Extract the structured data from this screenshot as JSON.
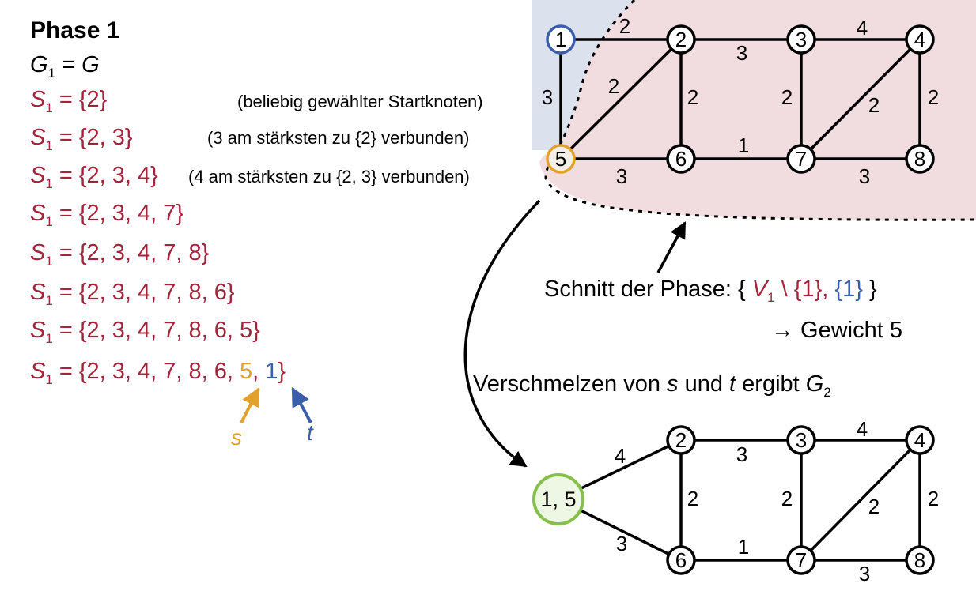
{
  "phase": {
    "title": "Phase 1",
    "g_line": {
      "lhs": "G",
      "sub": "1",
      "rhs": "= G"
    },
    "steps": [
      {
        "lhs": "S",
        "sub": "1",
        "set": "= {2}",
        "note": "(beliebig gewählter Startknoten)"
      },
      {
        "lhs": "S",
        "sub": "1",
        "set": "= {2, 3}",
        "note": "(3 am stärksten zu {2} verbunden)"
      },
      {
        "lhs": "S",
        "sub": "1",
        "set": "= {2, 3, 4}",
        "note": "(4 am stärksten zu {2, 3} verbunden)"
      },
      {
        "lhs": "S",
        "sub": "1",
        "set": "= {2, 3, 4, 7}",
        "note": ""
      },
      {
        "lhs": "S",
        "sub": "1",
        "set": "= {2, 3, 4, 7, 8}",
        "note": ""
      },
      {
        "lhs": "S",
        "sub": "1",
        "set": "= {2, 3, 4, 7, 8, 6}",
        "note": ""
      },
      {
        "lhs": "S",
        "sub": "1",
        "set": "= {2, 3, 4, 7, 8, 6, 5}",
        "note": ""
      }
    ],
    "final_step": {
      "lhs": "S",
      "sub": "1",
      "prefix": "= {2, 3, 4, 7, 8, 6,",
      "s_value": "5",
      "comma": ",",
      "t_value": "1",
      "suffix": "}"
    },
    "s_label": "s",
    "t_label": "t"
  },
  "cut": {
    "prefix": "Schnitt der Phase:",
    "open": "{",
    "v": "V",
    "v_sub": "1",
    "minus": "\\ {1},",
    "t_set": "{1}",
    "close": "}",
    "weight": "→ Gewicht 5"
  },
  "merge": {
    "text_a": "Verschmelzen von",
    "s": "s",
    "text_b": "und",
    "t": "t",
    "text_c": "ergibt",
    "g": "G",
    "g_sub": "2"
  },
  "graph_top": {
    "nodes": [
      {
        "id": "1",
        "label": "1",
        "role": "t"
      },
      {
        "id": "2",
        "label": "2",
        "role": "normal"
      },
      {
        "id": "3",
        "label": "3",
        "role": "normal"
      },
      {
        "id": "4",
        "label": "4",
        "role": "normal"
      },
      {
        "id": "5",
        "label": "5",
        "role": "s"
      },
      {
        "id": "6",
        "label": "6",
        "role": "normal"
      },
      {
        "id": "7",
        "label": "7",
        "role": "normal"
      },
      {
        "id": "8",
        "label": "8",
        "role": "normal"
      }
    ],
    "edges": [
      {
        "from": "1",
        "to": "2",
        "weight": "2"
      },
      {
        "from": "2",
        "to": "3",
        "weight": "3"
      },
      {
        "from": "3",
        "to": "4",
        "weight": "4"
      },
      {
        "from": "1",
        "to": "5",
        "weight": "3"
      },
      {
        "from": "2",
        "to": "5",
        "weight": "2"
      },
      {
        "from": "2",
        "to": "6",
        "weight": "2"
      },
      {
        "from": "3",
        "to": "7",
        "weight": "2"
      },
      {
        "from": "4",
        "to": "7",
        "weight": "2"
      },
      {
        "from": "4",
        "to": "8",
        "weight": "2"
      },
      {
        "from": "5",
        "to": "6",
        "weight": "3"
      },
      {
        "from": "6",
        "to": "7",
        "weight": "1"
      },
      {
        "from": "7",
        "to": "8",
        "weight": "3"
      }
    ]
  },
  "graph_bottom": {
    "nodes": [
      {
        "id": "15",
        "label": "1, 5",
        "role": "merged"
      },
      {
        "id": "2",
        "label": "2",
        "role": "normal"
      },
      {
        "id": "3",
        "label": "3",
        "role": "normal"
      },
      {
        "id": "4",
        "label": "4",
        "role": "normal"
      },
      {
        "id": "6",
        "label": "6",
        "role": "normal"
      },
      {
        "id": "7",
        "label": "7",
        "role": "normal"
      },
      {
        "id": "8",
        "label": "8",
        "role": "normal"
      }
    ],
    "edges": [
      {
        "from": "15",
        "to": "2",
        "weight": "4"
      },
      {
        "from": "15",
        "to": "6",
        "weight": "3"
      },
      {
        "from": "2",
        "to": "3",
        "weight": "3"
      },
      {
        "from": "3",
        "to": "4",
        "weight": "4"
      },
      {
        "from": "2",
        "to": "6",
        "weight": "2"
      },
      {
        "from": "3",
        "to": "7",
        "weight": "2"
      },
      {
        "from": "4",
        "to": "7",
        "weight": "2"
      },
      {
        "from": "4",
        "to": "8",
        "weight": "2"
      },
      {
        "from": "6",
        "to": "7",
        "weight": "1"
      },
      {
        "from": "7",
        "to": "8",
        "weight": "3"
      }
    ]
  },
  "colors": {
    "set_red": "#a3243a",
    "t_blue": "#3a5ea8",
    "s_orange": "#e2a12b",
    "merged_green": "#86c04a",
    "merged_fill": "#eef6e4",
    "region_blue": "#dce1ee",
    "region_red": "#f1dde0"
  }
}
